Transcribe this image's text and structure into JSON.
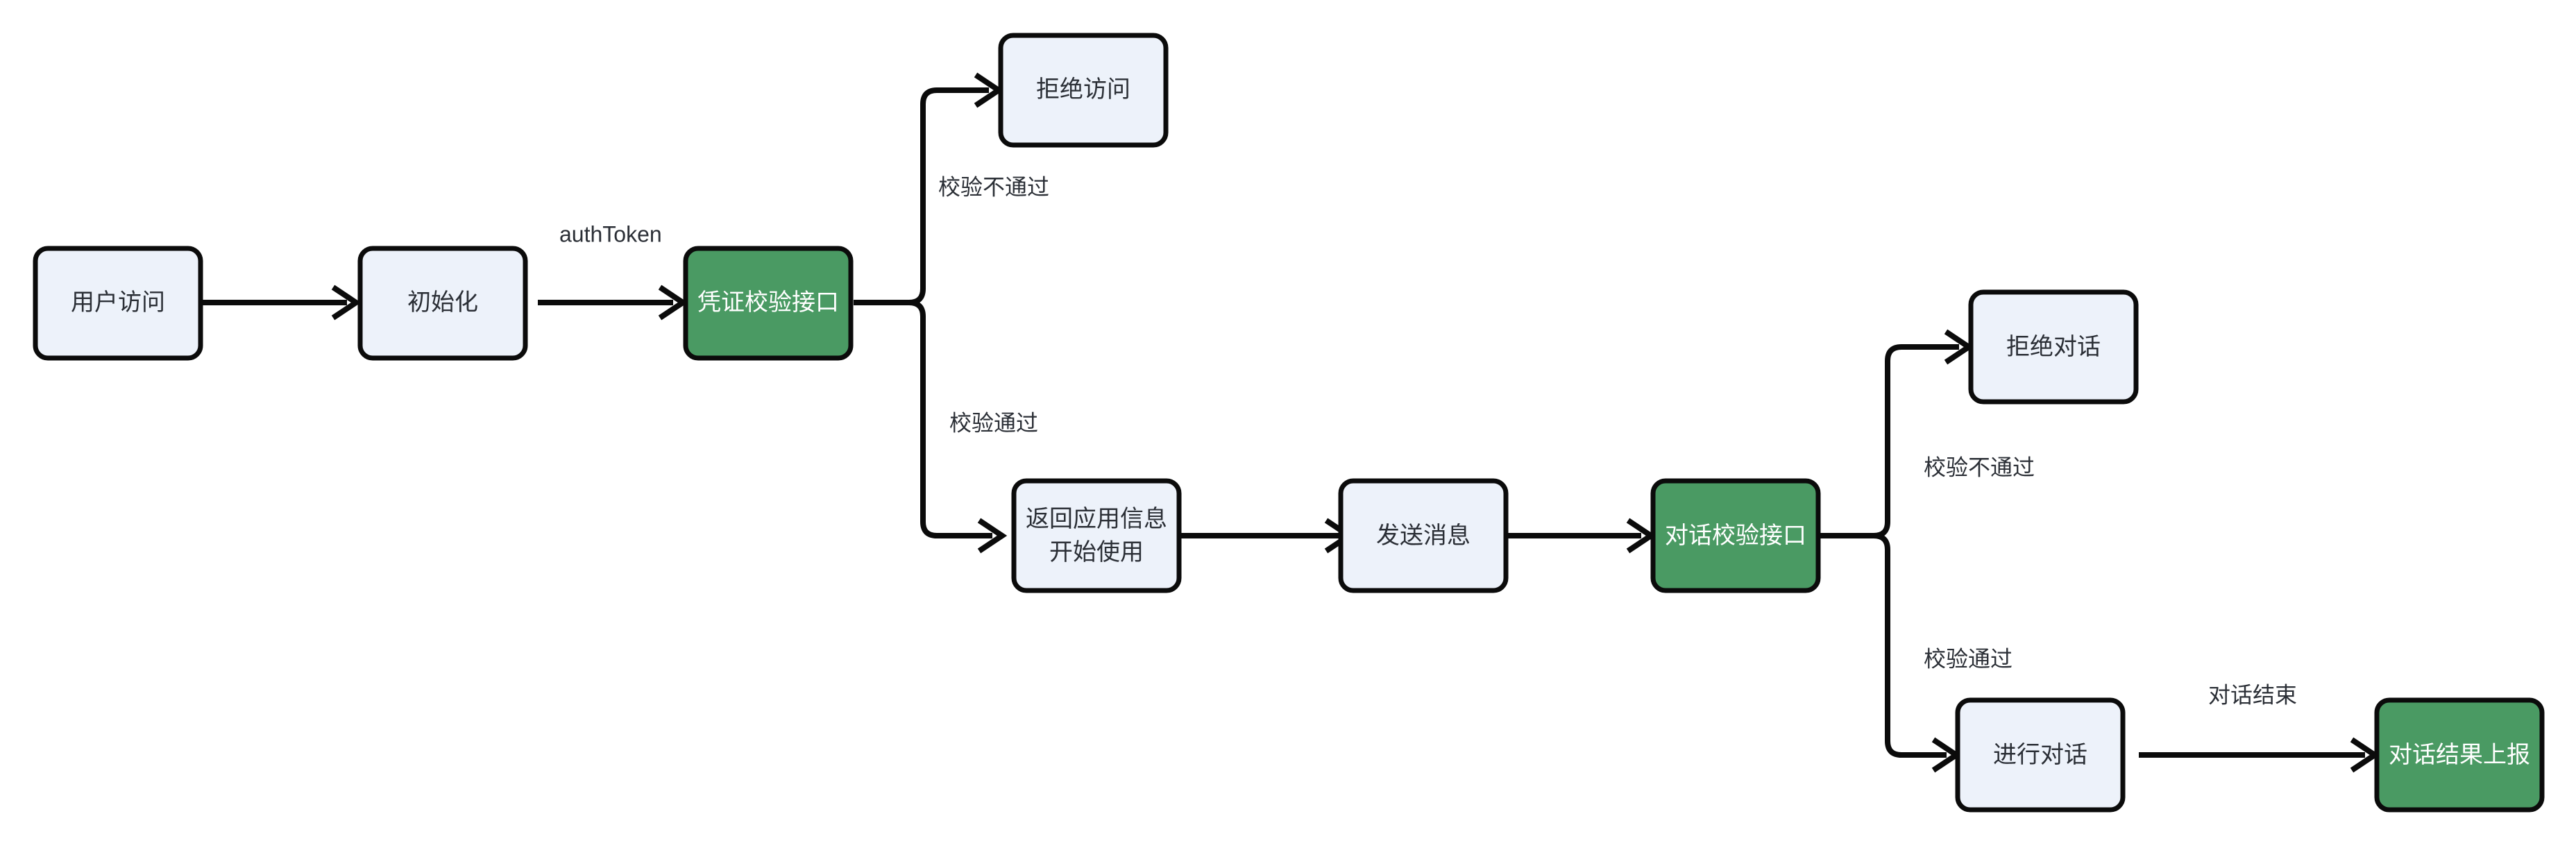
{
  "diagram": {
    "type": "flowchart",
    "orientation": "left-to-right",
    "background_color": "#ffffff",
    "node_fill_light": "#edf2fa",
    "node_fill_accent": "#4a9a63",
    "node_stroke": "#0b0b0b",
    "edge_color": "#0b0b0b",
    "text_color": "#2b2f36",
    "text_color_on_accent": "#ffffff"
  },
  "nodes": [
    {
      "id": "user-access",
      "label": "用户访问",
      "style": "light"
    },
    {
      "id": "init",
      "label": "初始化",
      "style": "light"
    },
    {
      "id": "credential-verify",
      "label": "凭证校验接口",
      "style": "accent"
    },
    {
      "id": "deny-access",
      "label": "拒绝访问",
      "style": "light"
    },
    {
      "id": "return-app-info",
      "label_line1": "返回应用信息",
      "label_line2": "开始使用",
      "style": "light"
    },
    {
      "id": "send-message",
      "label": "发送消息",
      "style": "light"
    },
    {
      "id": "dialog-verify",
      "label": "对话校验接口",
      "style": "accent"
    },
    {
      "id": "deny-dialog",
      "label": "拒绝对话",
      "style": "light"
    },
    {
      "id": "do-dialog",
      "label": "进行对话",
      "style": "light"
    },
    {
      "id": "report-result",
      "label": "对话结果上报",
      "style": "accent"
    }
  ],
  "edges": [
    {
      "id": "e1",
      "from": "user-access",
      "to": "init",
      "label": ""
    },
    {
      "id": "e2",
      "from": "init",
      "to": "credential-verify",
      "label": "authToken"
    },
    {
      "id": "e3",
      "from": "credential-verify",
      "to": "deny-access",
      "label": "校验不通过"
    },
    {
      "id": "e4",
      "from": "credential-verify",
      "to": "return-app-info",
      "label": "校验通过"
    },
    {
      "id": "e5",
      "from": "return-app-info",
      "to": "send-message",
      "label": ""
    },
    {
      "id": "e6",
      "from": "send-message",
      "to": "dialog-verify",
      "label": ""
    },
    {
      "id": "e7",
      "from": "dialog-verify",
      "to": "deny-dialog",
      "label": "校验不通过"
    },
    {
      "id": "e8",
      "from": "dialog-verify",
      "to": "do-dialog",
      "label": "校验通过"
    },
    {
      "id": "e9",
      "from": "do-dialog",
      "to": "report-result",
      "label": "对话结束"
    }
  ]
}
